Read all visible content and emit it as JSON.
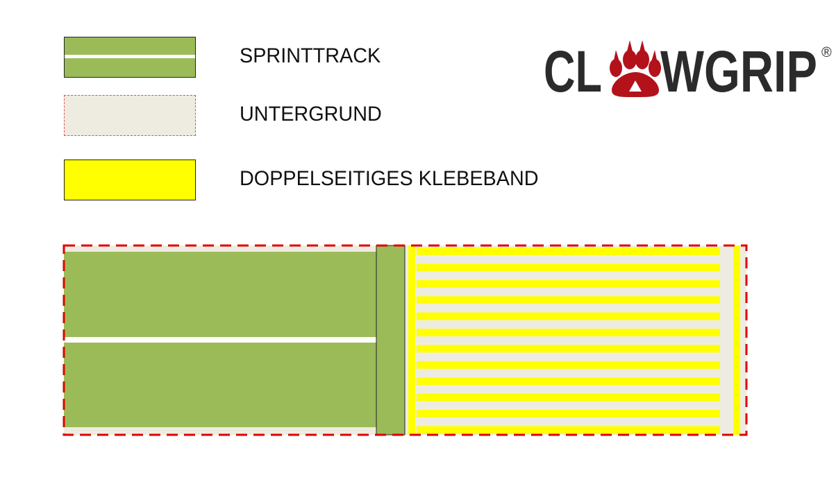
{
  "legend": [
    {
      "id": "track",
      "label": "SPRINTTRACK",
      "color": "#9bbb59"
    },
    {
      "id": "ground",
      "label": "UNTERGRUND",
      "color": "#eeece1"
    },
    {
      "id": "tape",
      "label": "DOPPELSEITIGES KLEBEBAND",
      "color": "#ffff00"
    }
  ],
  "logo": {
    "text_left": "CL",
    "text_right": "WGRIP",
    "registered": "®",
    "icon": "paw-icon",
    "text_color": "#2b2b2b",
    "accent_color": "#b3121b"
  },
  "colors": {
    "border": "#e00000",
    "track": "#9bbb59",
    "ground": "#eeece1",
    "tape": "#ffff00",
    "stripe": "#ffffff"
  },
  "diagram": {
    "tape_strip_count": 12
  }
}
